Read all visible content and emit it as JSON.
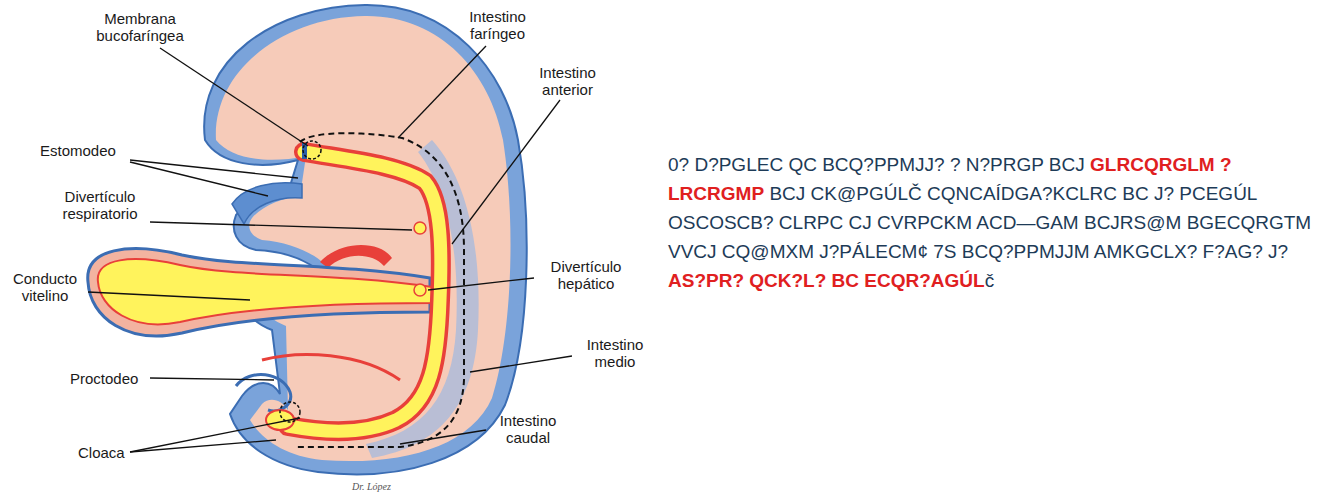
{
  "diagram": {
    "labels": [
      "Membrana bucofaríngea",
      "Intestino faríngeo",
      "Intestino anterior",
      "Estomodeo",
      "Divertículo respiratorio",
      "Divertículo hepático",
      "Conducto vitelino",
      "Intestino medio",
      "Proctodeo",
      "Cloaca",
      "Intestino caudal",
      "Dr. López",
      "0? D?PGLEC QC BCQ?PPMJJ? ? N?PRGP BCJ",
      "GLRCQRGLM ?LRCRGMP",
      "BCJ CK@PGÚLČ CQNCAÍDGA?KCLRC BC J? PCEGÚL OSCOSCB? CLRPC CJ CVRPCKM ACD—GAM BCJRS@M BGECQRGTM VVCJ CQ@MXM J?PÁLECM¢ 7S BCQ?PPMJJM AMKGCLX? F?AG? J?",
      "AS?PR? QCK?L? BC ECQR?AGÚL",
      "č"
    ]
  }
}
